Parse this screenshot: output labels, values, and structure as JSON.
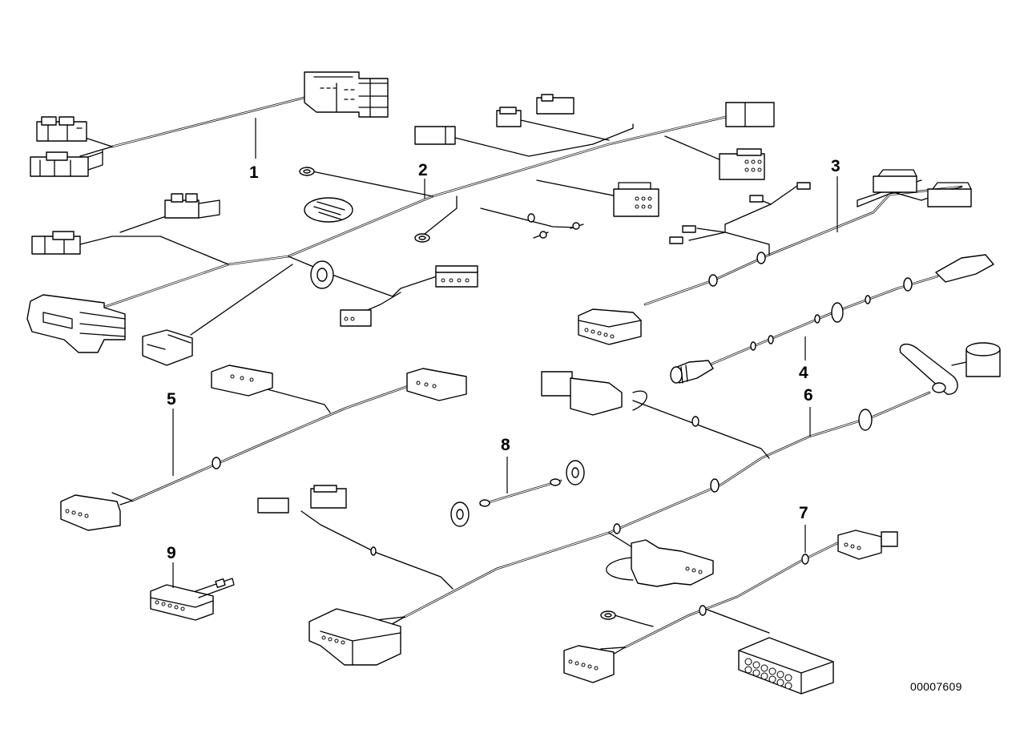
{
  "diagram": {
    "type": "exploded parts diagram - wiring harnesses",
    "reference_number": "00007609",
    "callouts": [
      {
        "id": "1",
        "label": "1"
      },
      {
        "id": "2",
        "label": "2"
      },
      {
        "id": "3",
        "label": "3"
      },
      {
        "id": "4",
        "label": "4"
      },
      {
        "id": "5",
        "label": "5"
      },
      {
        "id": "6",
        "label": "6"
      },
      {
        "id": "7",
        "label": "7"
      },
      {
        "id": "8",
        "label": "8"
      },
      {
        "id": "9",
        "label": "9"
      }
    ],
    "colors": {
      "line": "#000000",
      "background": "#ffffff"
    }
  }
}
